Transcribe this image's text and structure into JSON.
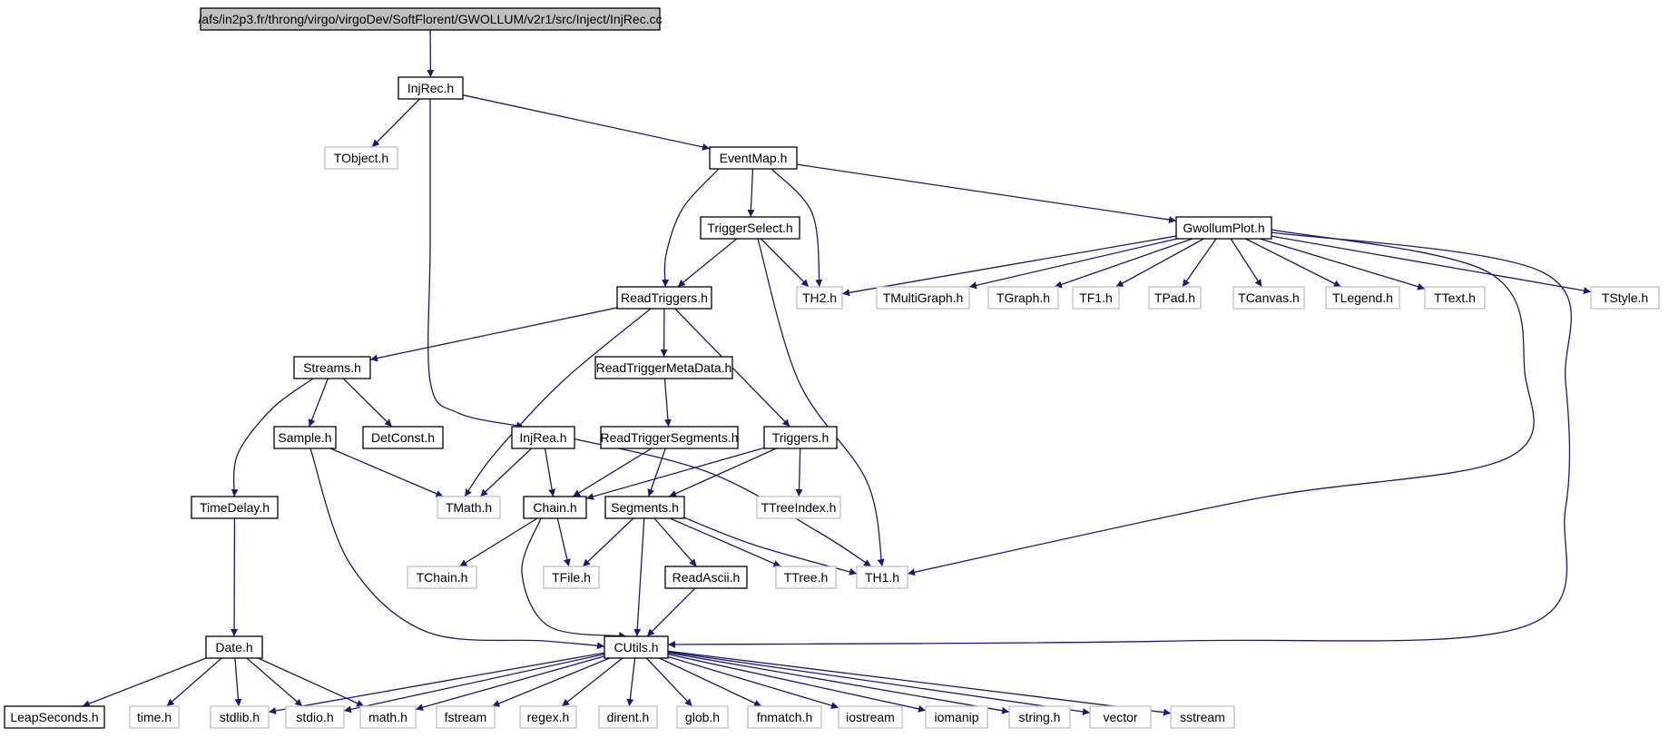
{
  "colors": {
    "background": "#ffffff",
    "edge": "#191970",
    "node_border": "#000000",
    "external_border": "#bfbfbf",
    "root_fill": "#bfbfbf",
    "node_fill": "#ffffff",
    "text": "#000000"
  },
  "nodes": [
    {
      "id": "root",
      "label": "/afs/in2p3.fr/throng/virgo/virgoDev/SoftFlorent/GWOLLUM/v2r1/src/Inject/InjRec.cc",
      "kind": "root"
    },
    {
      "id": "injrec",
      "label": "InjRec.h",
      "kind": "local"
    },
    {
      "id": "tobject",
      "label": "TObject.h",
      "kind": "external"
    },
    {
      "id": "eventmap",
      "label": "EventMap.h",
      "kind": "local"
    },
    {
      "id": "triggerselect",
      "label": "TriggerSelect.h",
      "kind": "local"
    },
    {
      "id": "gwollumplot",
      "label": "GwollumPlot.h",
      "kind": "local"
    },
    {
      "id": "readtriggers",
      "label": "ReadTriggers.h",
      "kind": "local"
    },
    {
      "id": "th2",
      "label": "TH2.h",
      "kind": "external"
    },
    {
      "id": "tmultigraph",
      "label": "TMultiGraph.h",
      "kind": "external"
    },
    {
      "id": "tgraph",
      "label": "TGraph.h",
      "kind": "external"
    },
    {
      "id": "tf1",
      "label": "TF1.h",
      "kind": "external"
    },
    {
      "id": "tpad",
      "label": "TPad.h",
      "kind": "external"
    },
    {
      "id": "tcanvas",
      "label": "TCanvas.h",
      "kind": "external"
    },
    {
      "id": "tlegend",
      "label": "TLegend.h",
      "kind": "external"
    },
    {
      "id": "ttext",
      "label": "TText.h",
      "kind": "external"
    },
    {
      "id": "tstyle",
      "label": "TStyle.h",
      "kind": "external"
    },
    {
      "id": "streams",
      "label": "Streams.h",
      "kind": "local"
    },
    {
      "id": "readtriggermetadata",
      "label": "ReadTriggerMetaData.h",
      "kind": "local"
    },
    {
      "id": "sample",
      "label": "Sample.h",
      "kind": "local"
    },
    {
      "id": "detconst",
      "label": "DetConst.h",
      "kind": "local"
    },
    {
      "id": "injrea",
      "label": "InjRea.h",
      "kind": "local"
    },
    {
      "id": "readtriggersegments",
      "label": "ReadTriggerSegments.h",
      "kind": "local"
    },
    {
      "id": "triggers",
      "label": "Triggers.h",
      "kind": "local"
    },
    {
      "id": "timedelay",
      "label": "TimeDelay.h",
      "kind": "local"
    },
    {
      "id": "tmath",
      "label": "TMath.h",
      "kind": "external"
    },
    {
      "id": "chain",
      "label": "Chain.h",
      "kind": "local"
    },
    {
      "id": "segments",
      "label": "Segments.h",
      "kind": "local"
    },
    {
      "id": "ttreeindex",
      "label": "TTreeIndex.h",
      "kind": "external"
    },
    {
      "id": "tchain",
      "label": "TChain.h",
      "kind": "external"
    },
    {
      "id": "tfile",
      "label": "TFile.h",
      "kind": "external"
    },
    {
      "id": "readascii",
      "label": "ReadAscii.h",
      "kind": "local"
    },
    {
      "id": "ttree",
      "label": "TTree.h",
      "kind": "external"
    },
    {
      "id": "th1",
      "label": "TH1.h",
      "kind": "external"
    },
    {
      "id": "date",
      "label": "Date.h",
      "kind": "local"
    },
    {
      "id": "cutils",
      "label": "CUtils.h",
      "kind": "local"
    },
    {
      "id": "leapseconds",
      "label": "LeapSeconds.h",
      "kind": "local"
    },
    {
      "id": "time",
      "label": "time.h",
      "kind": "external"
    },
    {
      "id": "stdlib",
      "label": "stdlib.h",
      "kind": "external"
    },
    {
      "id": "stdio",
      "label": "stdio.h",
      "kind": "external"
    },
    {
      "id": "math",
      "label": "math.h",
      "kind": "external"
    },
    {
      "id": "fstream",
      "label": "fstream",
      "kind": "external"
    },
    {
      "id": "regex",
      "label": "regex.h",
      "kind": "external"
    },
    {
      "id": "dirent",
      "label": "dirent.h",
      "kind": "external"
    },
    {
      "id": "glob",
      "label": "glob.h",
      "kind": "external"
    },
    {
      "id": "fnmatch",
      "label": "fnmatch.h",
      "kind": "external"
    },
    {
      "id": "iostream",
      "label": "iostream",
      "kind": "external"
    },
    {
      "id": "iomanip",
      "label": "iomanip",
      "kind": "external"
    },
    {
      "id": "string",
      "label": "string.h",
      "kind": "external"
    },
    {
      "id": "vector",
      "label": "vector",
      "kind": "external"
    },
    {
      "id": "sstream",
      "label": "sstream",
      "kind": "external"
    }
  ],
  "edges": [
    [
      "root",
      "injrec"
    ],
    [
      "injrec",
      "tobject"
    ],
    [
      "injrec",
      "eventmap"
    ],
    [
      "injrec",
      "injrea"
    ],
    [
      "eventmap",
      "triggerselect"
    ],
    [
      "eventmap",
      "readtriggers"
    ],
    [
      "eventmap",
      "th2"
    ],
    [
      "eventmap",
      "gwollumplot"
    ],
    [
      "triggerselect",
      "readtriggers"
    ],
    [
      "triggerselect",
      "th2"
    ],
    [
      "triggerselect",
      "th1"
    ],
    [
      "gwollumplot",
      "th2"
    ],
    [
      "gwollumplot",
      "tmultigraph"
    ],
    [
      "gwollumplot",
      "tgraph"
    ],
    [
      "gwollumplot",
      "tf1"
    ],
    [
      "gwollumplot",
      "tpad"
    ],
    [
      "gwollumplot",
      "tcanvas"
    ],
    [
      "gwollumplot",
      "tlegend"
    ],
    [
      "gwollumplot",
      "ttext"
    ],
    [
      "gwollumplot",
      "tstyle"
    ],
    [
      "gwollumplot",
      "th1"
    ],
    [
      "gwollumplot",
      "cutils"
    ],
    [
      "readtriggers",
      "streams"
    ],
    [
      "readtriggers",
      "readtriggermetadata"
    ],
    [
      "readtriggers",
      "triggers"
    ],
    [
      "readtriggers",
      "tmath"
    ],
    [
      "streams",
      "sample"
    ],
    [
      "streams",
      "detconst"
    ],
    [
      "streams",
      "timedelay"
    ],
    [
      "readtriggermetadata",
      "readtriggersegments"
    ],
    [
      "readtriggersegments",
      "chain"
    ],
    [
      "readtriggersegments",
      "segments"
    ],
    [
      "triggers",
      "chain"
    ],
    [
      "triggers",
      "segments"
    ],
    [
      "triggers",
      "ttreeindex"
    ],
    [
      "sample",
      "tmath"
    ],
    [
      "sample",
      "cutils"
    ],
    [
      "injrea",
      "tmath"
    ],
    [
      "injrea",
      "chain"
    ],
    [
      "injrea",
      "th1"
    ],
    [
      "timedelay",
      "date"
    ],
    [
      "chain",
      "tchain"
    ],
    [
      "chain",
      "tfile"
    ],
    [
      "chain",
      "cutils"
    ],
    [
      "segments",
      "tfile"
    ],
    [
      "segments",
      "readascii"
    ],
    [
      "segments",
      "ttree"
    ],
    [
      "segments",
      "th1"
    ],
    [
      "segments",
      "cutils"
    ],
    [
      "readascii",
      "cutils"
    ],
    [
      "date",
      "leapseconds"
    ],
    [
      "date",
      "time"
    ],
    [
      "date",
      "stdlib"
    ],
    [
      "date",
      "stdio"
    ],
    [
      "date",
      "math"
    ],
    [
      "cutils",
      "stdlib"
    ],
    [
      "cutils",
      "stdio"
    ],
    [
      "cutils",
      "math"
    ],
    [
      "cutils",
      "fstream"
    ],
    [
      "cutils",
      "regex"
    ],
    [
      "cutils",
      "dirent"
    ],
    [
      "cutils",
      "glob"
    ],
    [
      "cutils",
      "fnmatch"
    ],
    [
      "cutils",
      "iostream"
    ],
    [
      "cutils",
      "iomanip"
    ],
    [
      "cutils",
      "string"
    ],
    [
      "cutils",
      "vector"
    ],
    [
      "cutils",
      "sstream"
    ]
  ]
}
